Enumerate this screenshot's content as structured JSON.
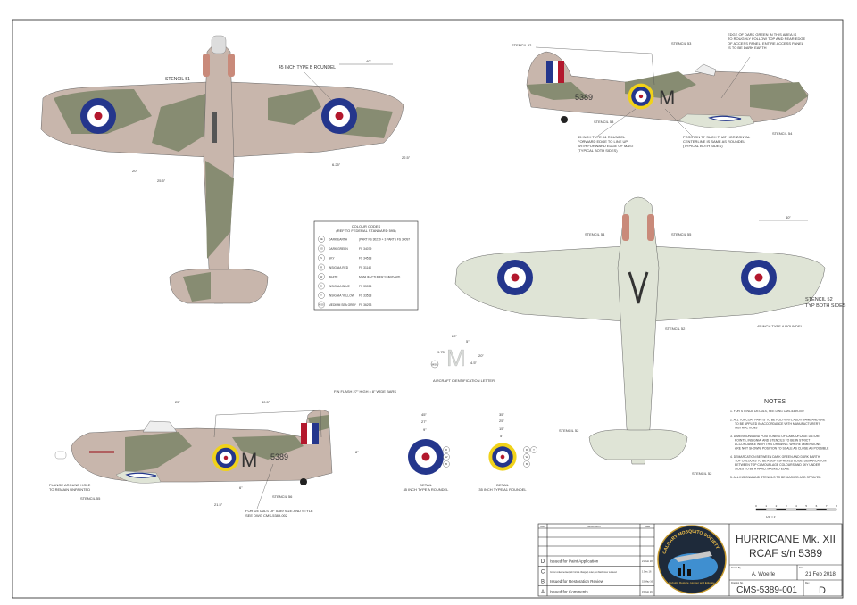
{
  "top_view": {
    "stencil_51": "STENCIL 51",
    "roundel_note": "45 INCH TYPE B ROUNDEL",
    "dims": [
      "40\"",
      "20\"",
      "25.5\"",
      "6.25\"",
      "22.5\""
    ]
  },
  "side_view_right": {
    "stencil_52": "STENCIL 52",
    "stencil_53a": "STENCIL 53",
    "stencil_53b": "STENCIL 53",
    "stencil_54": "STENCIL 54",
    "serial": "5389",
    "letter": "M",
    "edge_note": [
      "EDGE OF DARK GREEN IN THIS AREA IS",
      "TO ROUGHLY FOLLOW TOP AND REAR EDGE",
      "OF ACCESS PANEL. ENTIRE ACCESS PANEL",
      "IS TO BE DARK EARTH"
    ],
    "roundel_note": [
      "35 INCH TYPE A1 ROUNDEL",
      "FORWARD EDGE TO LINE UP",
      "WITH FORWARD EDGE OF MAST",
      "(TYPICAL BOTH SIDES)"
    ],
    "m_note": [
      "POSITION 'M' SUCH THAT HORIZONTAL",
      "CENTERLINE IS SAME AS ROUNDEL",
      "(TYPICAL BOTH SIDES)"
    ]
  },
  "bottom_view": {
    "stencil_54": "STENCIL 54",
    "stencil_55": "STENCIL 55",
    "stencil_52a": "STENCIL 52",
    "stencil_52b": "STENCIL 52",
    "stencil_52c": "STENCIL 52",
    "typ_both_sides": "TYP BOTH SIDES",
    "roundel_note": "45 INCH TYPE A ROUNDEL",
    "dim": "40\""
  },
  "side_view_left": {
    "fin_flash": "FIN FLASH 27\" HIGH x 8\" WIDE BARS",
    "flange_note": [
      "FLANGE AROUND HOLE",
      "TO REMAIN UNPAINTED"
    ],
    "stencil_55": "STENCIL 55",
    "stencil_56": "STENCIL 56",
    "serial_note": [
      "FOR DETAILS OF 5389 SIZE AND STYLE",
      "SEE DWG CMS-5389-002"
    ],
    "serial": "5389",
    "letter": "M",
    "dims": [
      "25\"",
      "30.5\"",
      "21.5\"",
      "8\"",
      "6\""
    ]
  },
  "colour_codes": {
    "title": "COLOUR CODES",
    "subtitle": "(REF TO FEDERAL STANDARD 595)",
    "rows": [
      {
        "code": "DE",
        "name": "DARK EARTH",
        "ref": "(PART FS 30219 + 3 PARTS FS 30097"
      },
      {
        "code": "DG",
        "name": "DARK GREEN",
        "ref": "FS 34079"
      },
      {
        "code": "S",
        "name": "SKY",
        "ref": "FS 34518"
      },
      {
        "code": "R",
        "name": "INSIGNIA RED",
        "ref": "FS 31140"
      },
      {
        "code": "W",
        "name": "WHITE",
        "ref": "MANUFACTURER STANDARD"
      },
      {
        "code": "B",
        "name": "INSIGNIA BLUE",
        "ref": "FS 35056"
      },
      {
        "code": "Y",
        "name": "INSIGNIA YELLOW",
        "ref": "FS 33538"
      },
      {
        "code": "MSG",
        "name": "MEDIUM SEA GREY",
        "ref": "FS 36293"
      }
    ]
  },
  "id_letter": {
    "letter": "M",
    "code": "MSG",
    "caption": "AIRCRAFT IDENTIFICATION LETTER",
    "dims": [
      "20\"",
      "5\"",
      "9.75\"",
      "20\"",
      "4.5\""
    ]
  },
  "detail_a": {
    "caption": [
      "DETAIL",
      "45 INCH TYPE A ROUNDEL"
    ],
    "dims": [
      "45\"",
      "27\"",
      "9\""
    ],
    "codes": [
      "R",
      "W",
      "B"
    ]
  },
  "detail_a1": {
    "caption": [
      "DETAIL",
      "35 INCH TYPE A1 ROUNDEL"
    ],
    "dims": [
      "35\"",
      "25\"",
      "15\"",
      "5\""
    ],
    "codes": [
      "R",
      "W",
      "B",
      "Y"
    ]
  },
  "notes": {
    "title": "NOTES",
    "items": [
      [
        "1.  FOR STENCIL DETAILS, SEE DWG CMS-5389-002"
      ],
      [
        "2.  ALL TOPCOAT PAINTS TO BE POLYVINYL ADDITIVANE AND ARE",
        "TO BE APPLIED IN ACCORDANCE WITH MANUFACTURER'S",
        "INSTRUCTIONS"
      ],
      [
        "3.  DIMENSIONS AND POSITIONING OF CAMOUFLAGE DATUM",
        "POINTS, INSIGNIA, AND STENCILS TO BE IN STRICT",
        "ACCORDANCE WITH THIS DRAWING. WHERE DIMENSIONS",
        "ARE NOT SHOWN, POSITION TO SCALE AS CLOSE AS POSSIBLE"
      ],
      [
        "4.  DEMARCATION BETWEEN DARK GREEN AND DARK EARTH",
        "TOP COLOURS TO BE A SOFT SPRAYED EDGE. DEMARCATION",
        "BETWEEN TOP CAMOUFLAGE COLOURS AND SKY UNDER",
        "SIDES TO BE A HARD, MASKED EDGE"
      ],
      [
        "5.  ALL INSIGNIA AND STENCILS TO BE MASKED AND SPRAYED"
      ]
    ]
  },
  "scale": {
    "ticks": [
      "0",
      "1",
      "2",
      "3",
      "4",
      "5",
      "6",
      "7",
      "8"
    ],
    "label": "1/2\" = 1'"
  },
  "title_block": {
    "rev_header": {
      "rev": "Rev",
      "description": "Description",
      "date": "Date"
    },
    "revisions": [
      {
        "rev": "D",
        "description": "Issued for Paint Application",
        "date": "21 Feb 18"
      },
      {
        "rev": "C",
        "description": "Colour codes revised, s/n format changed; outer gun flash cover removed",
        "date": "1 Dec 16"
      },
      {
        "rev": "B",
        "description": "Issued for Restoration Review",
        "date": "15 May 16"
      },
      {
        "rev": "A",
        "description": "Issued for Comments",
        "date": "15 Feb 16"
      }
    ],
    "logo_text": "CALGARY MOSQUITO SOCIETY",
    "logo_motto": "Rebuild, Restore, Honour and Educate",
    "title_line1": "HURRICANE Mk. XII",
    "title_line2": "RCAF s/n 5389",
    "drawn_by_label": "Drawn By",
    "drawn_by": "A. Woerle",
    "date_label": "Date",
    "date": "21 Feb 2018",
    "drawing_no_label": "Drawing No.",
    "drawing_no": "CMS-5389-001",
    "rev_label": "Rev",
    "rev": "D"
  },
  "colors": {
    "dark_earth": "#c8b6ac",
    "dark_green": "#878c72",
    "sky": "#dfe4d6",
    "blue": "#24368c",
    "red": "#b3182d",
    "yellow": "#f0d21a",
    "msg": "#d6d9d6"
  }
}
